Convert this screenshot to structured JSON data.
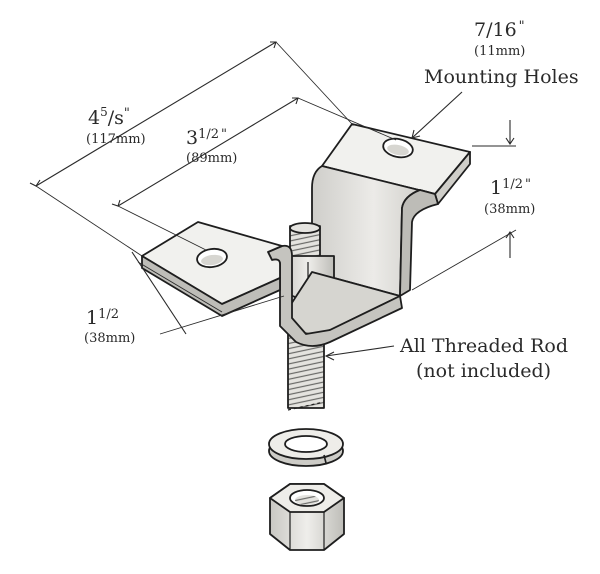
{
  "dimensions": {
    "overall_length": {
      "whole": "4",
      "num": "5",
      "sep": "/",
      "den": "s",
      "mark": "\"",
      "metric": "(117mm)"
    },
    "hole_spacing": {
      "whole": "3",
      "frac": "1/2",
      "mark": "\"",
      "metric": "(89mm)"
    },
    "height": {
      "whole": "1",
      "frac": "1/2",
      "mark": "\"",
      "metric": "(38mm)"
    },
    "width": {
      "whole": "1",
      "frac": "1/2",
      "metric": "(38mm)"
    },
    "hole_diameter": {
      "frac": "7/16",
      "mark": "\"",
      "metric": "(11mm)"
    }
  },
  "callouts": {
    "mounting_holes": "Mounting Holes",
    "rod_line1": "All Threaded Rod",
    "rod_line2": "(not included)"
  },
  "colors": {
    "metal_light": "#efefec",
    "metal_mid": "#d9d8d4",
    "metal_dark": "#b9b8b3",
    "line": "#1e1e1e"
  }
}
